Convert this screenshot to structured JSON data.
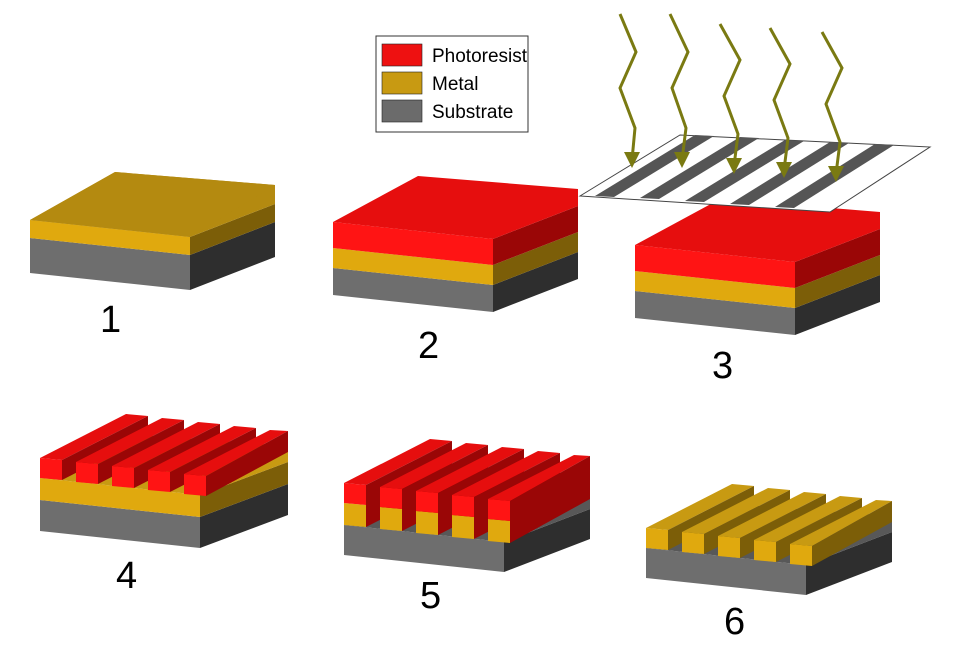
{
  "legend": {
    "items": [
      {
        "label": "Photoresist",
        "color": "#ee1111"
      },
      {
        "label": "Metal",
        "color": "#c89a12"
      },
      {
        "label": "Substrate",
        "color": "#6b6b6b"
      }
    ]
  },
  "steps": [
    {
      "label": "1"
    },
    {
      "label": "2"
    },
    {
      "label": "3"
    },
    {
      "label": "4"
    },
    {
      "label": "5"
    },
    {
      "label": "6"
    }
  ],
  "colors": {
    "photoresist": "#ee1111",
    "metal": "#c89a12",
    "substrate": "#6b6b6b",
    "mask_stripe": "#555555",
    "light_ray": "#7a7a12"
  }
}
